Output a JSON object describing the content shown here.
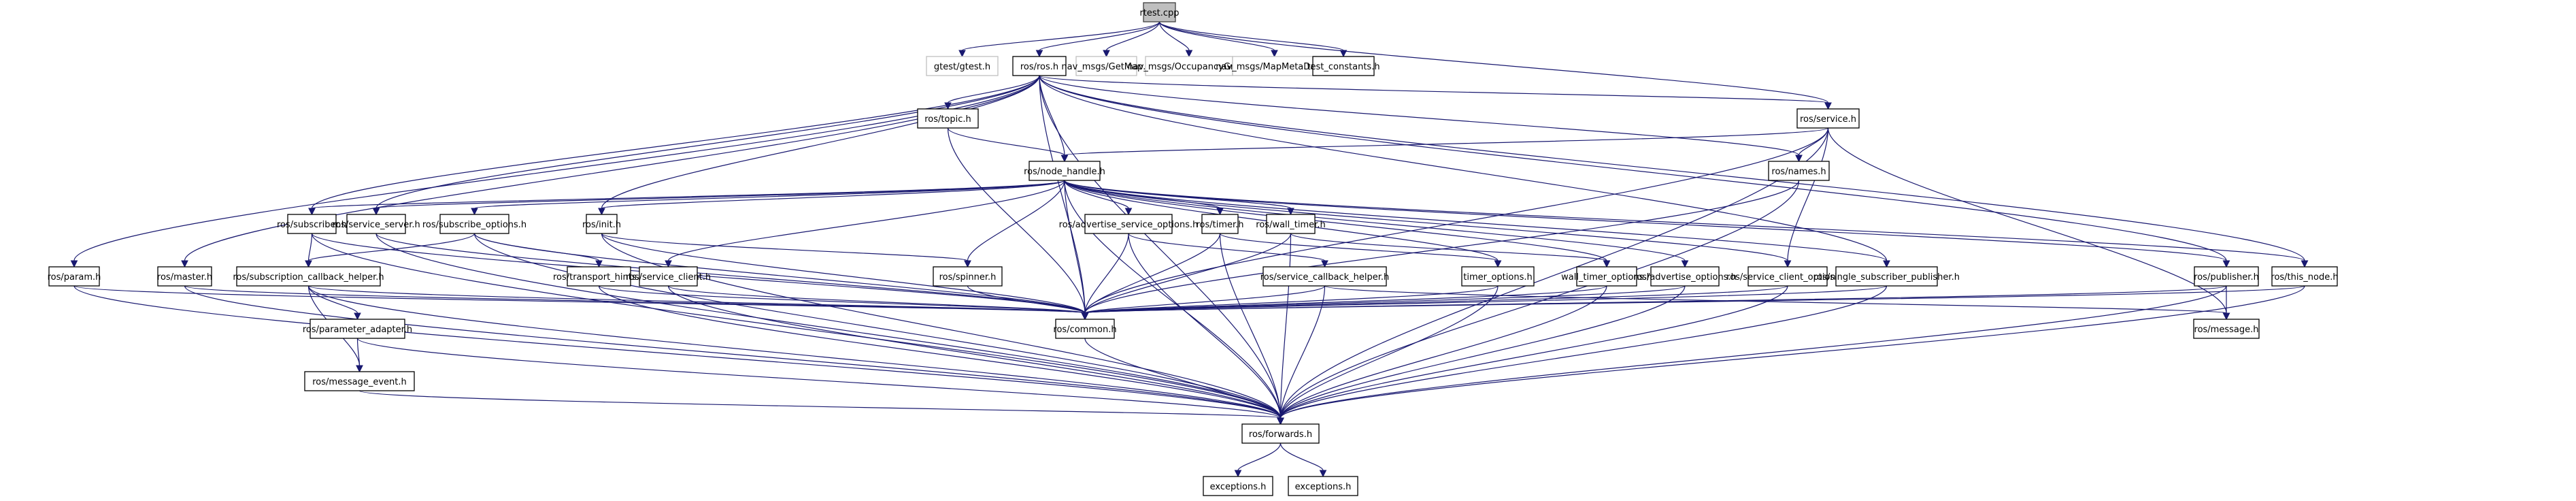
{
  "title": "rtest.cpp include dependency graph",
  "colors": {
    "edge": "#191970",
    "root_fill": "#bfbfbf",
    "border": "#000000",
    "external_border": "#bfbfbf"
  },
  "nodes": [
    {
      "id": "rtest",
      "label": "rtest.cpp",
      "kind": "root"
    },
    {
      "id": "gtest",
      "label": "gtest/gtest.h",
      "kind": "external"
    },
    {
      "id": "ros",
      "label": "ros/ros.h",
      "kind": "normal"
    },
    {
      "id": "getmap",
      "label": "nav_msgs/GetMap.h",
      "kind": "external"
    },
    {
      "id": "occgrid",
      "label": "nav_msgs/OccupancyGrid.h",
      "kind": "external"
    },
    {
      "id": "mapmeta",
      "label": "nav_msgs/MapMetaData.h",
      "kind": "external"
    },
    {
      "id": "testconst",
      "label": "test_constants.h",
      "kind": "normal"
    },
    {
      "id": "topic",
      "label": "ros/topic.h",
      "kind": "normal"
    },
    {
      "id": "service",
      "label": "ros/service.h",
      "kind": "normal"
    },
    {
      "id": "nodehandle",
      "label": "ros/node_handle.h",
      "kind": "normal"
    },
    {
      "id": "names",
      "label": "ros/names.h",
      "kind": "normal"
    },
    {
      "id": "subscriber",
      "label": "ros/subscriber.h",
      "kind": "normal"
    },
    {
      "id": "servserver",
      "label": "ros/service_server.h",
      "kind": "normal"
    },
    {
      "id": "subopts",
      "label": "ros/subscribe_options.h",
      "kind": "normal"
    },
    {
      "id": "init",
      "label": "ros/init.h",
      "kind": "normal"
    },
    {
      "id": "advservopts",
      "label": "ros/advertise_service_options.h",
      "kind": "normal"
    },
    {
      "id": "timer",
      "label": "ros/timer.h",
      "kind": "normal"
    },
    {
      "id": "walltimer",
      "label": "ros/wall_timer.h",
      "kind": "normal"
    },
    {
      "id": "param",
      "label": "ros/param.h",
      "kind": "normal"
    },
    {
      "id": "master",
      "label": "ros/master.h",
      "kind": "normal"
    },
    {
      "id": "subcbhelper",
      "label": "ros/subscription_callback_helper.h",
      "kind": "normal"
    },
    {
      "id": "transport",
      "label": "ros/transport_hints.h",
      "kind": "normal"
    },
    {
      "id": "servclient",
      "label": "ros/service_client.h",
      "kind": "normal"
    },
    {
      "id": "spinner",
      "label": "ros/spinner.h",
      "kind": "normal"
    },
    {
      "id": "servcbhelper",
      "label": "ros/service_callback_helper.h",
      "kind": "normal"
    },
    {
      "id": "timeropts",
      "label": "timer_options.h",
      "kind": "normal"
    },
    {
      "id": "walltimeropts",
      "label": "wall_timer_options.h",
      "kind": "normal"
    },
    {
      "id": "advopts",
      "label": "ros/advertise_options.h",
      "kind": "normal"
    },
    {
      "id": "servclientopts",
      "label": "ros/service_client_options.h",
      "kind": "normal"
    },
    {
      "id": "singlesub",
      "label": "ros/single_subscriber_publisher.h",
      "kind": "normal"
    },
    {
      "id": "publisher",
      "label": "ros/publisher.h",
      "kind": "normal"
    },
    {
      "id": "thisnode",
      "label": "ros/this_node.h",
      "kind": "normal"
    },
    {
      "id": "paramadapter",
      "label": "ros/parameter_adapter.h",
      "kind": "normal"
    },
    {
      "id": "common",
      "label": "ros/common.h",
      "kind": "normal"
    },
    {
      "id": "message",
      "label": "ros/message.h",
      "kind": "normal"
    },
    {
      "id": "msgevent",
      "label": "ros/message_event.h",
      "kind": "normal"
    },
    {
      "id": "forwards",
      "label": "ros/forwards.h",
      "kind": "normal"
    },
    {
      "id": "exc1",
      "label": "exceptions.h",
      "kind": "normal"
    },
    {
      "id": "exc2",
      "label": "exceptions.h",
      "kind": "normal"
    }
  ],
  "edges": [
    [
      "rtest",
      "gtest"
    ],
    [
      "rtest",
      "ros"
    ],
    [
      "rtest",
      "getmap"
    ],
    [
      "rtest",
      "occgrid"
    ],
    [
      "rtest",
      "mapmeta"
    ],
    [
      "rtest",
      "testconst"
    ],
    [
      "rtest",
      "service"
    ],
    [
      "ros",
      "topic"
    ],
    [
      "ros",
      "nodehandle"
    ],
    [
      "ros",
      "service"
    ],
    [
      "ros",
      "names"
    ],
    [
      "ros",
      "subscriber"
    ],
    [
      "ros",
      "servserver"
    ],
    [
      "ros",
      "init"
    ],
    [
      "ros",
      "param"
    ],
    [
      "ros",
      "master"
    ],
    [
      "ros",
      "common"
    ],
    [
      "ros",
      "publisher"
    ],
    [
      "ros",
      "thisnode"
    ],
    [
      "ros",
      "forwards"
    ],
    [
      "ros",
      "singlesub"
    ],
    [
      "topic",
      "nodehandle"
    ],
    [
      "topic",
      "common"
    ],
    [
      "service",
      "nodehandle"
    ],
    [
      "service",
      "names"
    ],
    [
      "service",
      "common"
    ],
    [
      "service",
      "message"
    ],
    [
      "service",
      "forwards"
    ],
    [
      "service",
      "servclientopts"
    ],
    [
      "names",
      "forwards"
    ],
    [
      "names",
      "common"
    ],
    [
      "nodehandle",
      "subscriber"
    ],
    [
      "nodehandle",
      "servserver"
    ],
    [
      "nodehandle",
      "subopts"
    ],
    [
      "nodehandle",
      "init"
    ],
    [
      "nodehandle",
      "advservopts"
    ],
    [
      "nodehandle",
      "timer"
    ],
    [
      "nodehandle",
      "walltimer"
    ],
    [
      "nodehandle",
      "spinner"
    ],
    [
      "nodehandle",
      "servclient"
    ],
    [
      "nodehandle",
      "common"
    ],
    [
      "nodehandle",
      "forwards"
    ],
    [
      "nodehandle",
      "timeropts"
    ],
    [
      "nodehandle",
      "walltimeropts"
    ],
    [
      "nodehandle",
      "advopts"
    ],
    [
      "nodehandle",
      "servclientopts"
    ],
    [
      "nodehandle",
      "publisher"
    ],
    [
      "nodehandle",
      "singlesub"
    ],
    [
      "nodehandle",
      "thisnode"
    ],
    [
      "subscriber",
      "subcbhelper"
    ],
    [
      "subscriber",
      "common"
    ],
    [
      "subscriber",
      "forwards"
    ],
    [
      "servserver",
      "common"
    ],
    [
      "servserver",
      "forwards"
    ],
    [
      "subopts",
      "subcbhelper"
    ],
    [
      "subopts",
      "transport"
    ],
    [
      "subopts",
      "common"
    ],
    [
      "subopts",
      "forwards"
    ],
    [
      "init",
      "spinner"
    ],
    [
      "init",
      "common"
    ],
    [
      "init",
      "forwards"
    ],
    [
      "advservopts",
      "servcbhelper"
    ],
    [
      "advservopts",
      "common"
    ],
    [
      "advservopts",
      "forwards"
    ],
    [
      "timer",
      "timeropts"
    ],
    [
      "timer",
      "common"
    ],
    [
      "timer",
      "forwards"
    ],
    [
      "walltimer",
      "walltimeropts"
    ],
    [
      "walltimer",
      "common"
    ],
    [
      "walltimer",
      "forwards"
    ],
    [
      "param",
      "common"
    ],
    [
      "param",
      "forwards"
    ],
    [
      "master",
      "common"
    ],
    [
      "master",
      "forwards"
    ],
    [
      "subcbhelper",
      "paramadapter"
    ],
    [
      "subcbhelper",
      "msgevent"
    ],
    [
      "subcbhelper",
      "common"
    ],
    [
      "subcbhelper",
      "forwards"
    ],
    [
      "transport",
      "common"
    ],
    [
      "transport",
      "forwards"
    ],
    [
      "servclient",
      "common"
    ],
    [
      "servclient",
      "forwards"
    ],
    [
      "spinner",
      "common"
    ],
    [
      "servcbhelper",
      "common"
    ],
    [
      "servcbhelper",
      "forwards"
    ],
    [
      "servcbhelper",
      "message"
    ],
    [
      "timeropts",
      "common"
    ],
    [
      "timeropts",
      "forwards"
    ],
    [
      "walltimeropts",
      "common"
    ],
    [
      "walltimeropts",
      "forwards"
    ],
    [
      "advopts",
      "common"
    ],
    [
      "advopts",
      "forwards"
    ],
    [
      "servclientopts",
      "common"
    ],
    [
      "servclientopts",
      "forwards"
    ],
    [
      "singlesub",
      "common"
    ],
    [
      "singlesub",
      "forwards"
    ],
    [
      "publisher",
      "message"
    ],
    [
      "publisher",
      "common"
    ],
    [
      "publisher",
      "forwards"
    ],
    [
      "thisnode",
      "common"
    ],
    [
      "thisnode",
      "forwards"
    ],
    [
      "paramadapter",
      "msgevent"
    ],
    [
      "paramadapter",
      "forwards"
    ],
    [
      "msgevent",
      "forwards"
    ],
    [
      "common",
      "forwards"
    ],
    [
      "forwards",
      "exc1"
    ],
    [
      "forwards",
      "exc2"
    ]
  ]
}
